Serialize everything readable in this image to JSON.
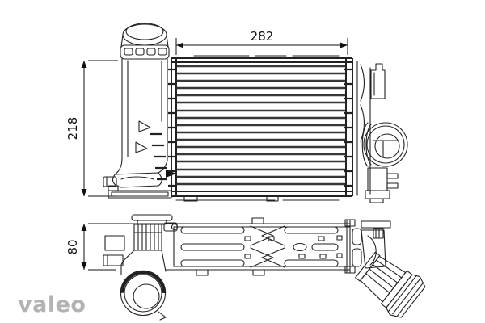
{
  "dimensions": {
    "width": "282",
    "height": "218",
    "depth": "80"
  },
  "logo": {
    "text": "valeo",
    "color": "#b3b3b3"
  },
  "colors": {
    "line": "#222222",
    "dim_text": "#111111",
    "background": "#ffffff"
  }
}
